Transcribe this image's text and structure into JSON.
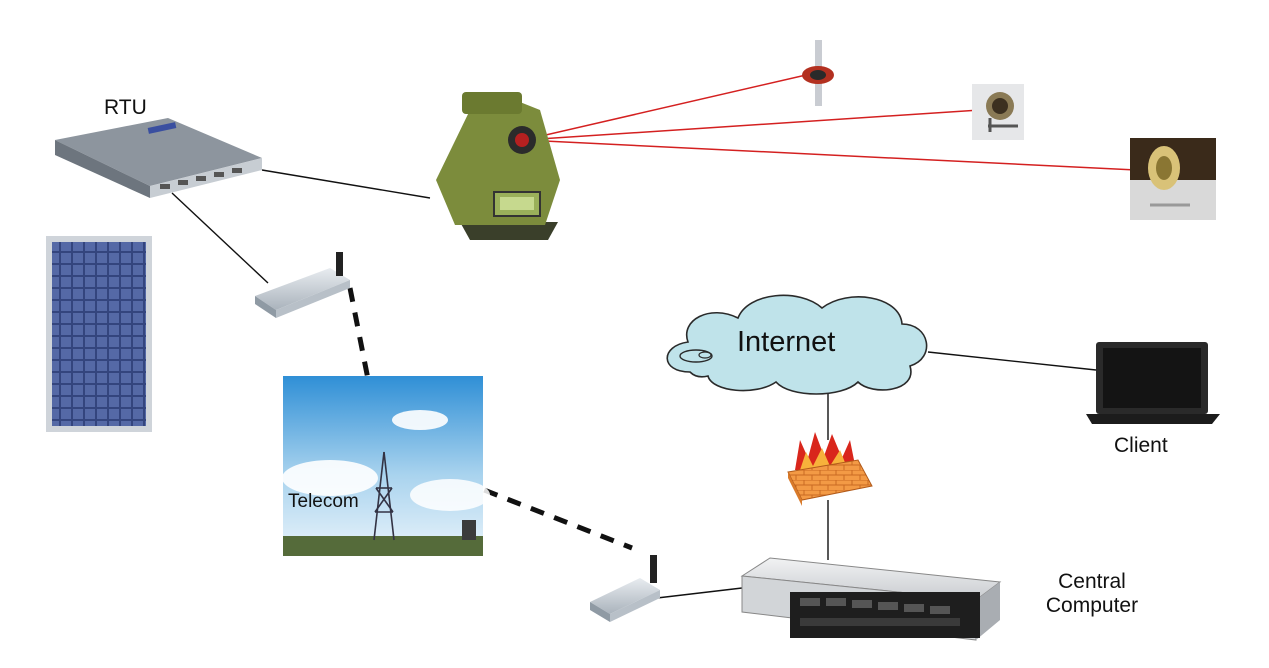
{
  "labels": {
    "rtu": "RTU",
    "internet": "Internet",
    "client": "Client",
    "telecom": "Telecom",
    "central_line1": "Central",
    "central_line2": "Computer"
  },
  "colors": {
    "laser": "#d42020",
    "wire": "#111111",
    "cloud_fill": "#bfe3ea",
    "firewall": "#f0903a",
    "flame": "#d9261c",
    "instrument": "#7c8c3c",
    "panel": "#5a6faa"
  },
  "icons": {
    "rtu": "rtu-box-icon",
    "solar": "solar-panel-icon",
    "total_station": "total-station-icon",
    "prism1": "prism-target-icon",
    "prism2": "prism-target-icon",
    "prism3": "prism-target-icon",
    "modem": "wireless-modem-icon",
    "tower": "telecom-tower-icon",
    "cloud": "cloud-icon",
    "firewall": "firewall-icon",
    "server": "server-icon",
    "laptop": "laptop-icon"
  }
}
